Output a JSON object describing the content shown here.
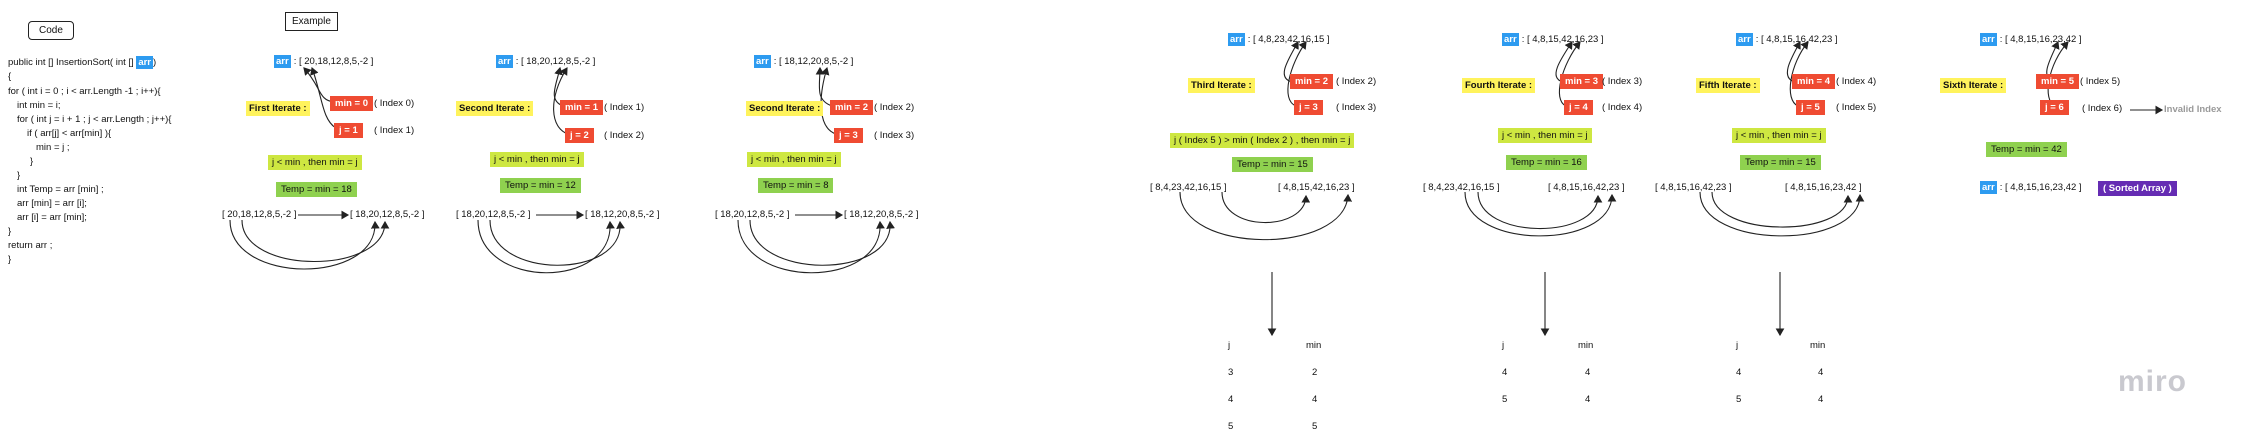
{
  "labels": {
    "code": "Code",
    "example": "Example"
  },
  "code_lines": [
    "public int [] InsertionSort( int [] arr)",
    "{",
    "for ( int i = 0 ; i < arr.Length -1 ; i++){",
    "int min = i;",
    "for ( int j = i + 1 ; j < arr.Length  ; j++){",
    "if ( arr[j] < arr[min] ){",
    "min = j ;",
    "}",
    "}",
    "int Temp = arr [min] ;",
    "arr [min] = arr [i];",
    "arr [i] = arr [min];",
    "}",
    "return arr ;",
    "}"
  ],
  "arr_tag": "arr",
  "steps": [
    {
      "arr_text": ": [ 20,18,12,8,5,-2 ]",
      "iterate": "First Iterate :",
      "min": "min = 0",
      "min_index": "( Index 0)",
      "j": "j = 1",
      "j_index": "( Index 1)",
      "condition": "j < min , then min = j",
      "temp": "Temp = min =  18",
      "before": "[ 20,18,12,8,5,-2 ]",
      "after": "[ 18,20,12,8,5,-2 ]"
    },
    {
      "arr_text": ": [ 18,20,12,8,5,-2 ]",
      "iterate": "Second Iterate :",
      "min": "min = 1",
      "min_index": "( Index 1)",
      "j": "j = 2",
      "j_index": "( Index 2)",
      "condition": "j < min , then min = j",
      "temp": "Temp = min = 12",
      "before": "[ 18,20,12,8,5,-2 ]",
      "after": "[ 18,12,20,8,5,-2 ]"
    },
    {
      "arr_text": ": [ 18,12,20,8,5,-2 ]",
      "iterate": "Second Iterate :",
      "min": "min = 2",
      "min_index": "( Index 2)",
      "j": "j = 3",
      "j_index": "( Index 3)",
      "condition": "j < min , then min = j",
      "temp": "Temp = min = 8",
      "before": "[ 18,20,12,8,5,-2 ]",
      "after": "[ 18,12,20,8,5,-2 ]"
    },
    {
      "arr_text": ": [ 4,8,23,42,16,15 ]",
      "iterate": "Third Iterate :",
      "min": "min = 2",
      "min_index": "( Index 2)",
      "j": "j = 3",
      "j_index": "( Index 3)",
      "condition": "j  ( Index 5 ) > min ( Index 2 ) , then min = j",
      "temp": "Temp = min = 15",
      "before": "[ 8,4,23,42,16,15 ]",
      "after": "[ 4,8,15,42,16,23 ]",
      "table": {
        "h_j": "j",
        "h_min": "min",
        "rows": [
          [
            "3",
            "2"
          ],
          [
            "4",
            "4"
          ],
          [
            "5",
            "5"
          ]
        ]
      }
    },
    {
      "arr_text": ": [ 4,8,15,42,16,23 ]",
      "iterate": "Fourth Iterate :",
      "min": "min = 3",
      "min_index": "( Index 3)",
      "j": "j = 4",
      "j_index": "( Index 4)",
      "condition": "j < min , then min = j",
      "temp": "Temp = min = 16",
      "before": "[ 8,4,23,42,16,15 ]",
      "after": "[ 4,8,15,16,42,23 ]",
      "table": {
        "h_j": "j",
        "h_min": "min",
        "rows": [
          [
            "4",
            "4"
          ],
          [
            "5",
            "4"
          ]
        ]
      }
    },
    {
      "arr_text": ": [ 4,8,15,16,42,23 ]",
      "iterate": "Fifth Iterate :",
      "min": "min = 4",
      "min_index": "( Index 4)",
      "j": "j = 5",
      "j_index": "( Index 5)",
      "condition": "j < min , then min = j",
      "temp": "Temp = min = 15",
      "before": "[ 4,8,15,16,42,23 ]",
      "after": "[ 4,8,15,16,23,42 ]",
      "table": {
        "h_j": "j",
        "h_min": "min",
        "rows": [
          [
            "4",
            "4"
          ],
          [
            "5",
            "4"
          ]
        ]
      }
    },
    {
      "arr_text": ": [ 4,8,15,16,23,42 ]",
      "iterate": "Sixth Iterate :",
      "min": "min = 5",
      "min_index": "( Index 5)",
      "j": "j = 6",
      "j_index": "( Index 6)",
      "invalid": "Invalid Index",
      "temp": "Temp = min = 42",
      "final_arr": ": [ 4,8,15,16,23,42 ]",
      "sorted": "( Sorted Array )"
    }
  ],
  "brand": "miro",
  "colors": {
    "arr_tag": "#2d9bf0",
    "iterate": "#fff35c",
    "pointer": "#ef4b32",
    "condition": "#cee741",
    "temp": "#8fd14f",
    "sorted": "#652cb3"
  }
}
